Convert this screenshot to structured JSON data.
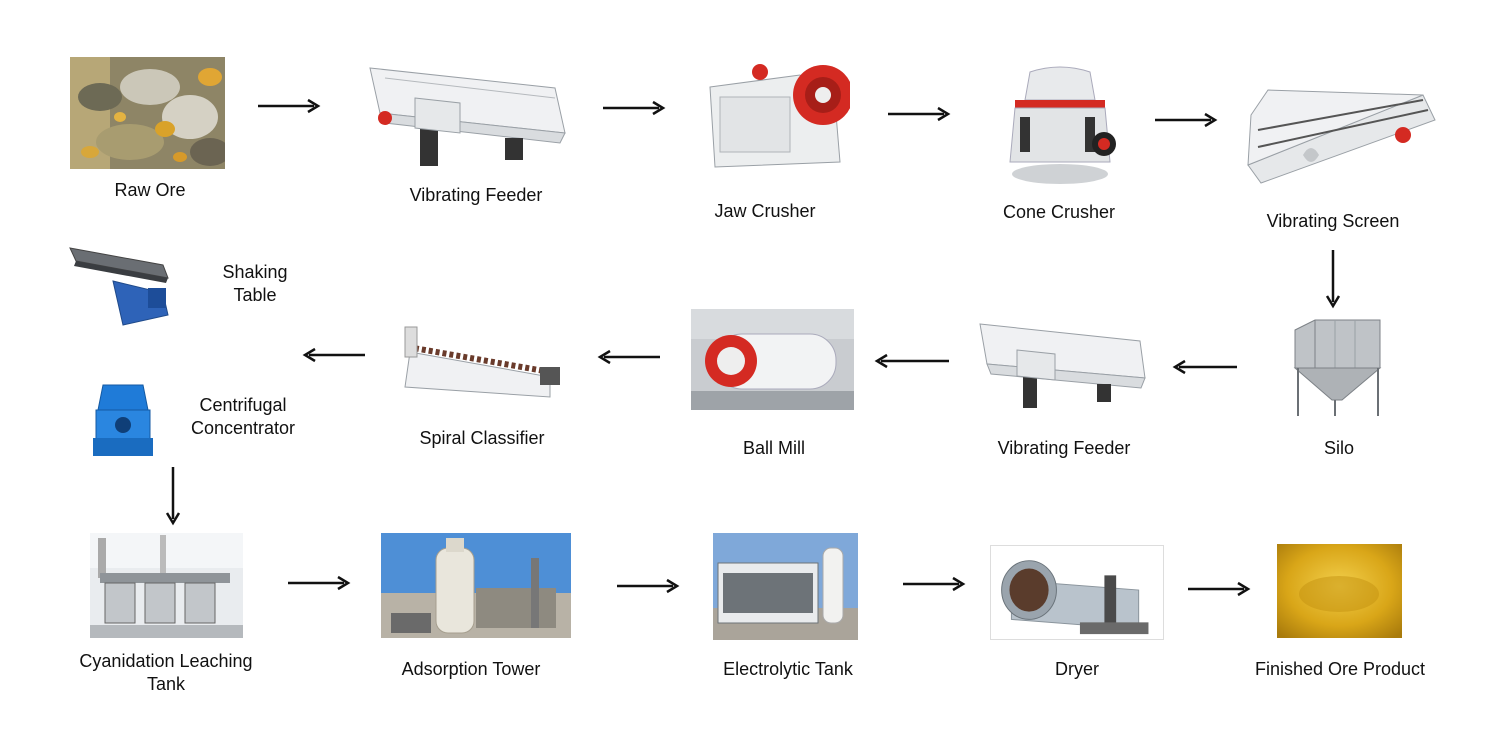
{
  "diagram": {
    "stages": {
      "raw_ore": "Raw Ore",
      "vibrating_feeder_1": "Vibrating Feeder",
      "jaw_crusher": "Jaw Crusher",
      "cone_crusher": "Cone Crusher",
      "vibrating_screen": "Vibrating Screen",
      "silo": "Silo",
      "vibrating_feeder_2": "Vibrating Feeder",
      "ball_mill": "Ball Mill",
      "spiral_classifier": "Spiral Classifier",
      "shaking_table_line1": "Shaking",
      "shaking_table_line2": "Table",
      "centrifugal_line1": "Centrifugal",
      "centrifugal_line2": "Concentrator",
      "cyanidation_line1": "Cyanidation Leaching",
      "cyanidation_line2": "Tank",
      "adsorption_tower": "Adsorption Tower",
      "electrolytic_tank": "Electrolytic Tank",
      "dryer": "Dryer",
      "finished_product": "Finished Ore Product"
    },
    "colors": {
      "arrow": "#111111",
      "machine_white": "#eef0f2",
      "machine_red": "#d42a22",
      "centrifuge_blue": "#1f7bd8",
      "gold": "#d9a618"
    }
  }
}
